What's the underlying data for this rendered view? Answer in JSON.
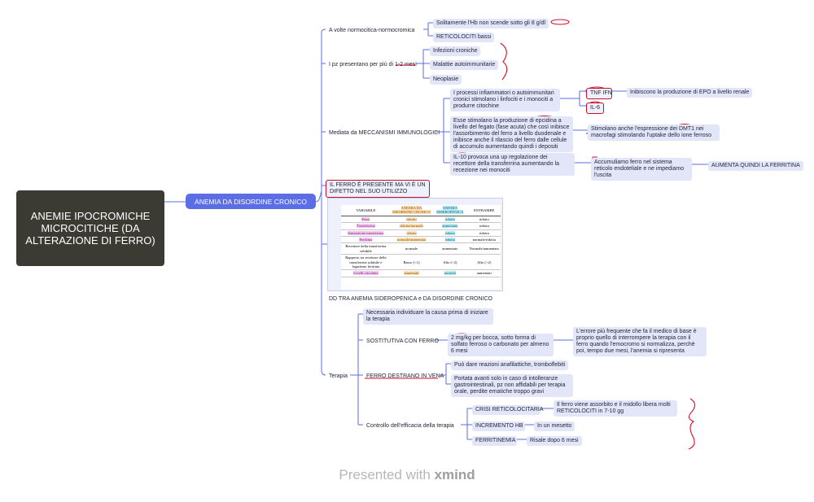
{
  "root": {
    "label": "ANEMIE IPOCROMICHE MICROCITICHE (DA ALTERAZIONE DI FERRO)"
  },
  "main": {
    "label": "ANEMIA DA DISORDINE CRONICO"
  },
  "branches": {
    "normo": {
      "label": "A volte normocitica-normocromica",
      "children": [
        "Solitamente l'Hb non scende sotto gli 8 g/dl",
        "RETICOLOCITI bassi"
      ]
    },
    "pz": {
      "label": "I pz presentano per più di 1-2 mesi",
      "children": [
        "Infezioni croniche",
        "Malattie autoimmunitarie",
        "Neoplasie"
      ]
    },
    "mediata": {
      "label": "Mediata da MECCANISMI IMMUNOLOGICI",
      "processi": "I processi infiammatori o autoimmunitari cronici stimolano i linfociti e i monociti a produrre citochine",
      "tnf": "TNF IFN",
      "il6": "IL-6",
      "inibiscono": "Inibiscono la produzione di EPO a livello renale",
      "epcidina": "Esse stimolano la produzione di epcidina a livello del fegato (fase acuta) che così inibisce l'assorbimento del ferro a livello duodenale e inibisce anche il rilascio del ferro dalle cellule di accumulo aumentando quindi i depositi",
      "dmt1": "Stimolano anche l'espressione dei DMT1 nei macrofagi stimolando l'uptake dello ione ferroso",
      "il10": "IL-10 provoca una up regolazione dei recettore della transferrina aumentando la recezione nei monociti",
      "accumuliamo": "Accumuliamo ferro nel sistema reticolo endoteliale e ne impediamo l'uscita",
      "aumenta": "AUMENTA QUINDI LA FERRITINA"
    },
    "ferro_note": "IL FERRO È PRESENTE MA VI È UN DIFETTO NEL SUO UTILIZZO",
    "dd": {
      "caption": "DD TRA ANEMIA SIDEROPENICA e DA DISORDINE CRONICO",
      "table": {
        "headers": [
          "VARIABILE",
          "ANEMIA DA DISORDINE CRONICO",
          "ANEMIA SIDEROPENICA",
          "ENTRAMBE"
        ],
        "rows": [
          [
            "Ferro",
            "ridotto",
            "ridotto",
            "ridotto"
          ],
          [
            "Transferrina",
            "ridotta/normale",
            "aumentata",
            "ridotta"
          ],
          [
            "Saturazione transferrina",
            "ridotta",
            "ridotta",
            "ridotta"
          ],
          [
            "Ferritina",
            "normale/aumentata",
            "ridotta",
            "normale/ridotta"
          ],
          [
            "Recettore della transferrina solubile",
            "normale",
            "aumentato",
            "Normale/aumentato"
          ],
          [
            "Rapporto tra recettore della transferrina solubile e logaritmo ferritina",
            "Basso (<1)",
            "Alto (>2)",
            "Alto (>2)"
          ],
          [
            "Livelli citochine",
            "aumentati",
            "normali",
            "aumentati"
          ]
        ]
      }
    },
    "terapia": {
      "label": "Terapia",
      "necessaria": "Necessaria individuare la causa prima di iniziare la terapia",
      "sostitutiva": "SOSTITUTIVA CON FERRO",
      "sost_detail": "2 mg/kg per bocca, sotto forma di solfato ferroso o carbonato per almeno 6 mesi",
      "errore": "L'errore più frequente che fa il medico di base è proprio quello di interrompere la terapia con il ferro quando l'emocromo si normalizza, perchè poi, tempo due mesi, l'anemia si ripresenta",
      "endovena": "FERRO DESTRANO IN VENA",
      "reazioni": "Può dare reazioni anafilattiche, tromboflebiti",
      "portata": "Portata avanti solo in caso di intolleranze gastrointestinali, pz non affidabili per terapia orale, perdite ematiche troppo gravi",
      "controllo": "Controllo dell'efficacia della terapia",
      "crisi": "CRISI RETICOLOCITARIA",
      "crisi_detail": "Il ferro viene assorbito e il midollo libera molti RETICOLOCITI in 7-10 gg",
      "incremento": "INCREMENTO HB",
      "incremento_detail": "In un mesetto",
      "ferritinemia": "FERRITINEMIA",
      "ferritinemia_detail": "Risale dopo 6 mesi"
    }
  },
  "footer": {
    "prefix": "Presented with ",
    "brand": "xmind"
  },
  "colors": {
    "main": "#5b6ee6",
    "root": "#3b3a33",
    "node": "#e3e6f8",
    "ink": "#d0102c"
  }
}
